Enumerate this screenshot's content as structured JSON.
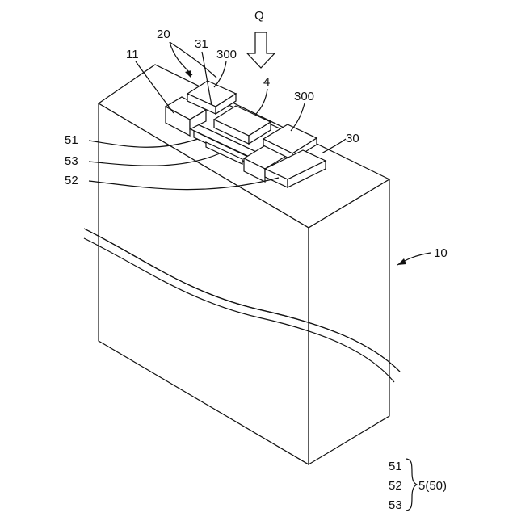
{
  "labels": {
    "q": "Q",
    "ref_20": "20",
    "ref_31": "31",
    "ref_11": "11",
    "ref_300_a": "300",
    "ref_4": "4",
    "ref_300_b": "300",
    "ref_51": "51",
    "ref_53": "53",
    "ref_52": "52",
    "ref_30": "30",
    "ref_10": "10"
  },
  "legend": {
    "items": [
      "51",
      "52",
      "53"
    ],
    "group_label": "5(50)"
  }
}
